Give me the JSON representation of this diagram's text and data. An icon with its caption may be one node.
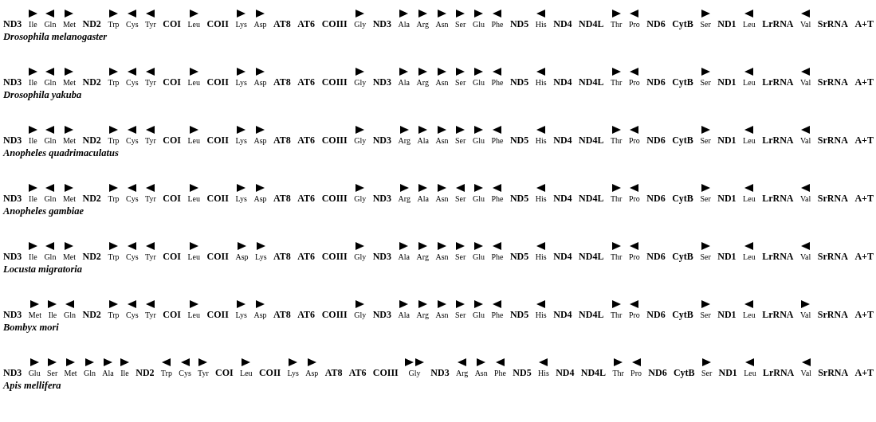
{
  "diagram": {
    "labels": [
      "ND3",
      "Ile",
      "Gln",
      "Met",
      "ND2",
      "Trp",
      "Cys",
      "Tyr",
      "COI",
      "Leu",
      "COII",
      "Lys",
      "Asp",
      "AT8",
      "AT6",
      "COIII",
      "Gly",
      "ND3",
      "Ala",
      "Arg",
      "Asn",
      "Ser",
      "Glu",
      "Phe",
      "ND5",
      "His",
      "ND4",
      "ND4L",
      "Thr",
      "Pro",
      "ND6",
      "CytB",
      "Ser",
      "ND1",
      "Leu",
      "LrRNA",
      "Val",
      "SrRNA",
      "A+T",
      "Drosophila melanogaster",
      "ND3",
      "Ile",
      "Gln",
      "Met",
      "ND2",
      "Trp",
      "Cys",
      "Tyr",
      "COI",
      "Leu",
      "COII",
      "Lys",
      "Asp",
      "AT8",
      "AT6",
      "COIII",
      "Gly",
      "ND3",
      "Ala",
      "Arg",
      "Asn",
      "Ser",
      "Glu",
      "Phe",
      "ND5",
      "His",
      "ND4",
      "ND4L",
      "Thr",
      "Pro",
      "ND6",
      "CytB",
      "Ser",
      "ND1",
      "Leu",
      "LrRNA",
      "Val",
      "SrRNA",
      "A+T",
      "Drosophila yakuba",
      "ND3",
      "Ile",
      "Gln",
      "Met",
      "ND2",
      "Trp",
      "Cys",
      "Tyr",
      "COI",
      "Leu",
      "COII",
      "Lys",
      "Asp",
      "AT8",
      "AT6",
      "COIII",
      "Gly",
      "ND3",
      "Arg",
      "Ala",
      "Asn",
      "Ser",
      "Glu",
      "Phe",
      "ND5",
      "His",
      "ND4",
      "ND4L",
      "Thr",
      "Pro",
      "ND6",
      "CytB",
      "Ser",
      "ND1",
      "Leu",
      "LrRNA",
      "Val",
      "SrRNA",
      "A+T",
      "Anopheles quadrimaculatus",
      "ND3",
      "Ile",
      "Gln",
      "Met",
      "ND2",
      "Trp",
      "Cys",
      "Tyr",
      "COI",
      "Leu",
      "COII",
      "Lys",
      "Asp",
      "AT8",
      "AT6",
      "COIII",
      "Gly",
      "ND3",
      "Arg",
      "Ala",
      "Asn",
      "Ser",
      "Glu",
      "Phe",
      "ND5",
      "His",
      "ND4",
      "ND4L",
      "Thr",
      "Pro",
      "ND6",
      "CytB",
      "Ser",
      "ND1",
      "Leu",
      "LrRNA",
      "Val",
      "SrRNA",
      "A+T",
      "Anopheles gambiae",
      "ND3",
      "Ile",
      "Gln",
      "Met",
      "ND2",
      "Trp",
      "Cys",
      "Tyr",
      "COI",
      "Leu",
      "COII",
      "Asp",
      "Lys",
      "AT8",
      "AT6",
      "COIII",
      "Gly",
      "ND3",
      "Ala",
      "Arg",
      "Asn",
      "Ser",
      "Glu",
      "Phe",
      "ND5",
      "His",
      "ND4",
      "ND4L",
      "Thr",
      "Pro",
      "ND6",
      "CytB",
      "Ser",
      "ND1",
      "Leu",
      "LrRNA",
      "Val",
      "SrRNA",
      "A+T",
      "Locusta migratoria",
      "ND3",
      "Met",
      "Ile",
      "Gln",
      "ND2",
      "Trp",
      "Cys",
      "Tyr",
      "COI",
      "Leu",
      "COII",
      "Lys",
      "Asp",
      "AT8",
      "AT6",
      "COIII",
      "Gly",
      "ND3",
      "Ala",
      "Arg",
      "Asn",
      "Ser",
      "Glu",
      "Phe",
      "ND5",
      "His",
      "ND4",
      "ND4L",
      "Thr",
      "Pro",
      "ND6",
      "CytB",
      "Ser",
      "ND1",
      "Leu",
      "LrRNA",
      "Val",
      "SrRNA",
      "A+T",
      "Bombyx mori",
      "ND3",
      "Glu",
      "Ser",
      "Met",
      "Gln",
      "Ala",
      "Ile",
      "ND2",
      "Trp",
      "Cys",
      "Tyr",
      "COI",
      "Leu",
      "COII",
      "Lys",
      "Asp",
      "AT8",
      "AT6",
      "COIII",
      "Gly",
      "ND3",
      "Arg",
      "Asn",
      "Phe",
      "ND5",
      "His",
      "ND4",
      "ND4L",
      "Thr",
      "Pro",
      "ND6",
      "CytB",
      "Ser",
      "ND1",
      "Leu",
      "LrRNA",
      "Val",
      "SrRNA",
      "A+T",
      "Apis mellifera"
    ]
  }
}
